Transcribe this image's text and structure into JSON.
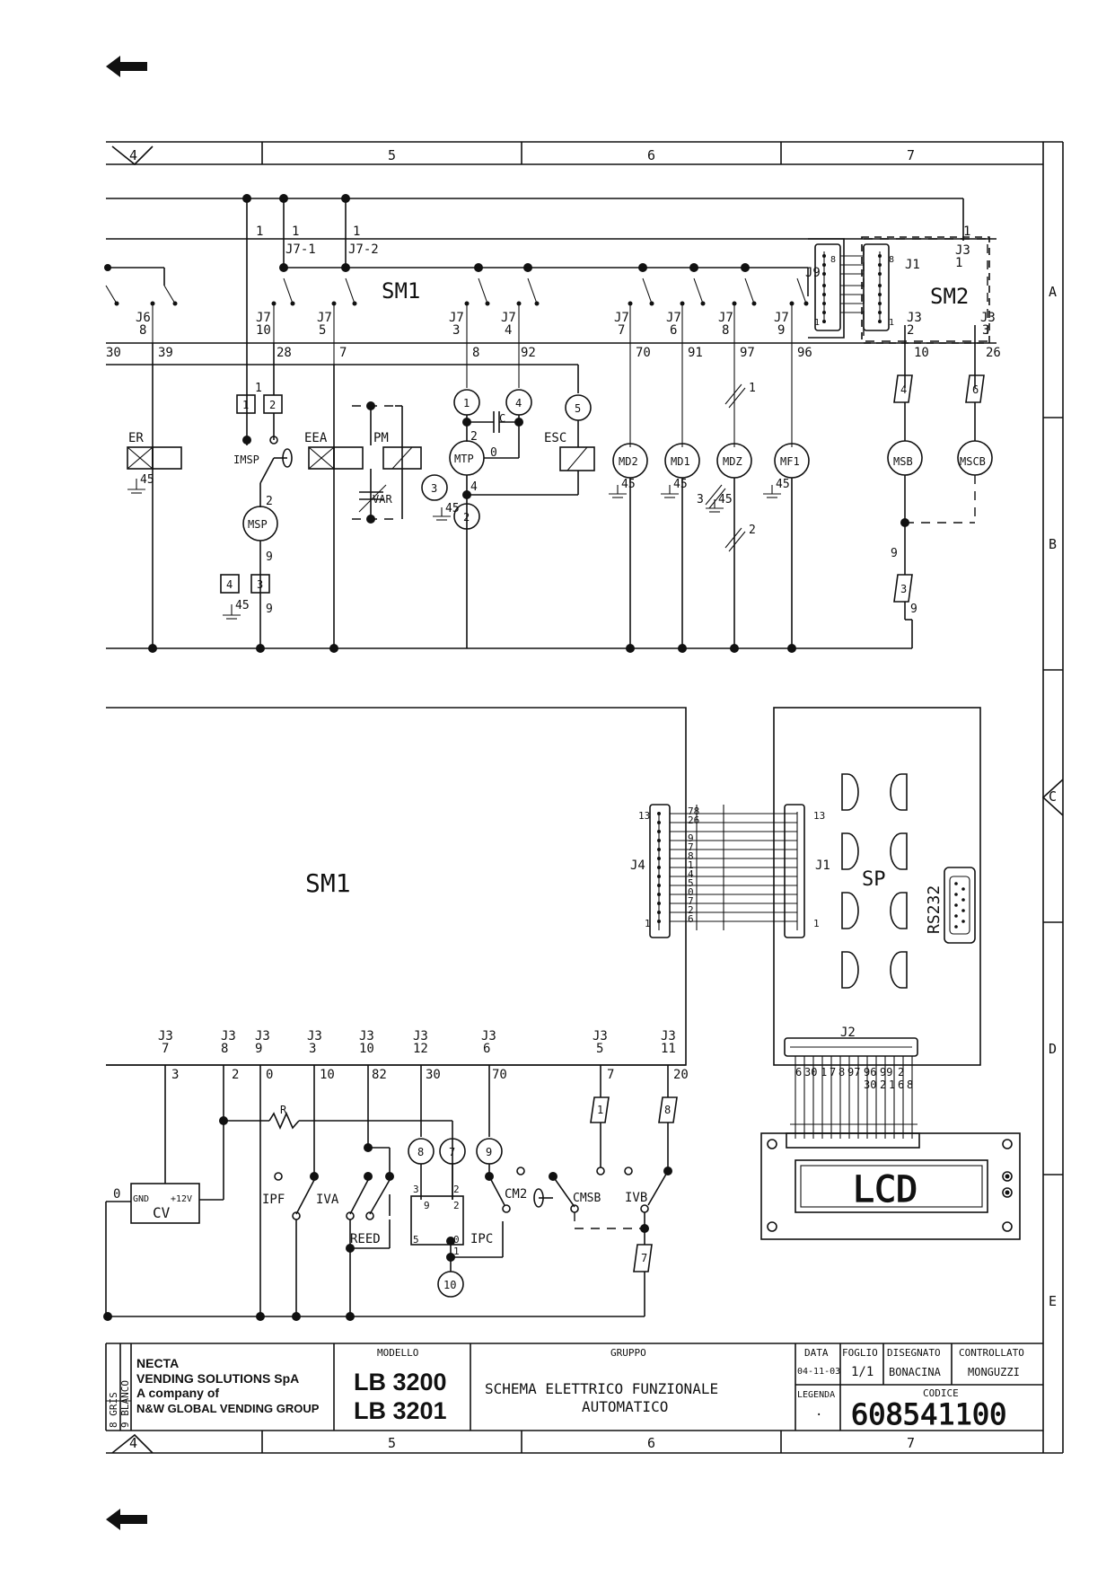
{
  "nav": {
    "prev_top": "previous-page",
    "prev_bottom": "previous-page"
  },
  "frame": {
    "columns": [
      "4",
      "5",
      "6",
      "7"
    ],
    "rows": [
      "A",
      "B",
      "C",
      "D",
      "E"
    ]
  },
  "boards": {
    "sm1_top": "SM1",
    "sm1_main": "SM1",
    "sm2": "SM2",
    "sp": "SP",
    "lcd": "LCD",
    "rs232": "RS232"
  },
  "top_labels": {
    "rail1": [
      "1",
      "1",
      "1",
      "1"
    ],
    "j7_1": "J7-1",
    "j7_2": "J7-2",
    "j3_top": "J3",
    "j3_top_pin": "1",
    "j1_sm2": "J1",
    "j9": "J9",
    "j9_pins": [
      "8",
      "1"
    ],
    "j1_pins": [
      "8",
      "1"
    ],
    "connectors": [
      {
        "name": "J6",
        "pin": "8",
        "wire": "39"
      },
      {
        "name": "J7",
        "pin": "10",
        "wire": "28"
      },
      {
        "name": "J7",
        "pin": "5",
        "wire": "7"
      },
      {
        "name": "J7",
        "pin": "3",
        "wire": "8"
      },
      {
        "name": "J7",
        "pin": "4",
        "wire": "92"
      },
      {
        "name": "J7",
        "pin": "7",
        "wire": "70"
      },
      {
        "name": "J7",
        "pin": "6",
        "wire": "91"
      },
      {
        "name": "J7",
        "pin": "8",
        "wire": "97"
      },
      {
        "name": "J7",
        "pin": "9",
        "wire": "96"
      },
      {
        "name": "J3",
        "pin": "2",
        "wire": "10"
      },
      {
        "name": "J3",
        "pin": "3",
        "wire": "26"
      }
    ],
    "wire_30": "30"
  },
  "top_components": {
    "er": "ER",
    "imsp": "IMSP",
    "msp": "MSP",
    "eea": "EEA",
    "pm": "PM",
    "var": "VAR",
    "mtp": "MTP",
    "c": "C",
    "esc": "ESC",
    "md2": "MD2",
    "md1": "MD1",
    "mdz": "MDZ",
    "mf1": "MF1",
    "msb": "MSB",
    "mscb": "MSCB",
    "earth": "45",
    "wire_nums": {
      "w1": "1",
      "w2": "2",
      "w9a": "9",
      "w9b": "9",
      "w2b": "2",
      "w0": "0",
      "w4": "4",
      "w1slash": "1",
      "w2slash": "2",
      "w3": "3",
      "w9c": "9",
      "w9d": "9"
    },
    "terminals": {
      "t1": "1",
      "t2": "2",
      "t4": "4",
      "t3": "3",
      "t5": "5",
      "t1c": "1",
      "t4c": "4",
      "t3c": "3",
      "t2c": "2",
      "t4h": "4",
      "t6h": "6",
      "t3h": "3"
    }
  },
  "interface": {
    "j4": "J4",
    "j1": "J1",
    "j4_pins": [
      "13",
      "1"
    ],
    "j1_pins": [
      "13",
      "1"
    ],
    "j4_wires": [
      "78",
      "26",
      "9",
      "7",
      "8",
      "1",
      "4",
      "5",
      "0",
      "7",
      "2",
      "6"
    ],
    "j2": "J2",
    "j2_wires": [
      "6",
      "30",
      "1",
      "7",
      "8",
      "97",
      "96",
      "99",
      "2",
      "30",
      "2",
      "1",
      "6",
      "8"
    ]
  },
  "bottom_labels": {
    "connectors": [
      {
        "name": "J3",
        "pin": "7",
        "wire": "3"
      },
      {
        "name": "J3",
        "pin": "8",
        "wire": "2"
      },
      {
        "name": "J3",
        "pin": "9",
        "wire": "0"
      },
      {
        "name": "J3",
        "pin": "3",
        "wire": "10"
      },
      {
        "name": "J3",
        "pin": "10",
        "wire": "82"
      },
      {
        "name": "J3",
        "pin": "12",
        "wire": "30"
      },
      {
        "name": "J3",
        "pin": "6",
        "wire": "70"
      },
      {
        "name": "J3",
        "pin": "5",
        "wire": "7"
      },
      {
        "name": "J3",
        "pin": "11",
        "wire": "20"
      }
    ],
    "cv": "CV",
    "gnd": "GND",
    "plus12": "+12V",
    "r": "R",
    "ipf": "IPF",
    "iva": "IVA",
    "reed": "REED",
    "ipc": "IPC",
    "cm2": "CM2",
    "cmsb": "CMSB",
    "ivb": "IVB",
    "w0": "0",
    "terminals": {
      "t8": "8",
      "t7": "7",
      "t9": "9",
      "t10": "10",
      "h1": "1",
      "h8": "8",
      "h7": "7"
    },
    "ipc_pins": {
      "p3": "3",
      "p9": "9",
      "p2a": "2",
      "p2b": "2",
      "p5": "5",
      "p0": "0",
      "p1": "1"
    }
  },
  "title_block": {
    "company_name": "NECTA",
    "company_line2": "VENDING SOLUTIONS SpA",
    "company_line3": "A company of",
    "company_line4": "N&W GLOBAL VENDING GROUP",
    "revisions": [
      "8 GRIS",
      "9 BLANCO"
    ],
    "modello_label": "MODELLO",
    "models": [
      "LB 3200",
      "LB 3201"
    ],
    "gruppo_label": "GRUPPO",
    "gruppo_line1": "SCHEMA ELETTRICO FUNZIONALE",
    "gruppo_line2": "AUTOMATICO",
    "data_label": "DATA",
    "data_value": "04-11-03",
    "foglio_label": "FOGLIO",
    "foglio_value": "1/1",
    "disegnato_label": "DISEGNATO",
    "disegnato_value": "BONACINA",
    "controllato_label": "CONTROLLATO",
    "controllato_value": "MONGUZZI",
    "legenda_label": "LEGENDA",
    "legenda_value": "·",
    "codice_label": "CODICE",
    "codice_value": "608541100"
  }
}
